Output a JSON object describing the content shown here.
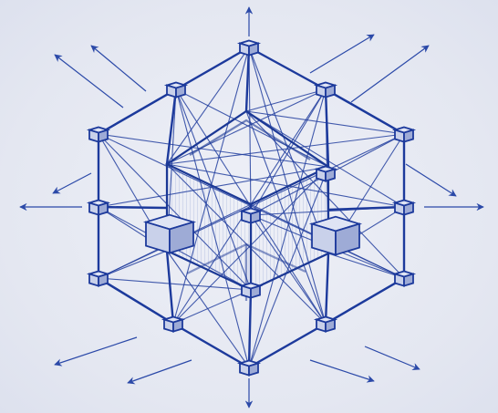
{
  "diagram": {
    "kind": "isometric-lattice-cube",
    "palette": {
      "background": "#e6e9f3",
      "ink": "#1d3a9c",
      "node_fill": "#c9d1ea",
      "node_top": "#dfe4f4",
      "node_side": "#9eabd6"
    },
    "outer_node_count": 12,
    "side_block_count": 2,
    "radial_arrow_count": 14
  }
}
